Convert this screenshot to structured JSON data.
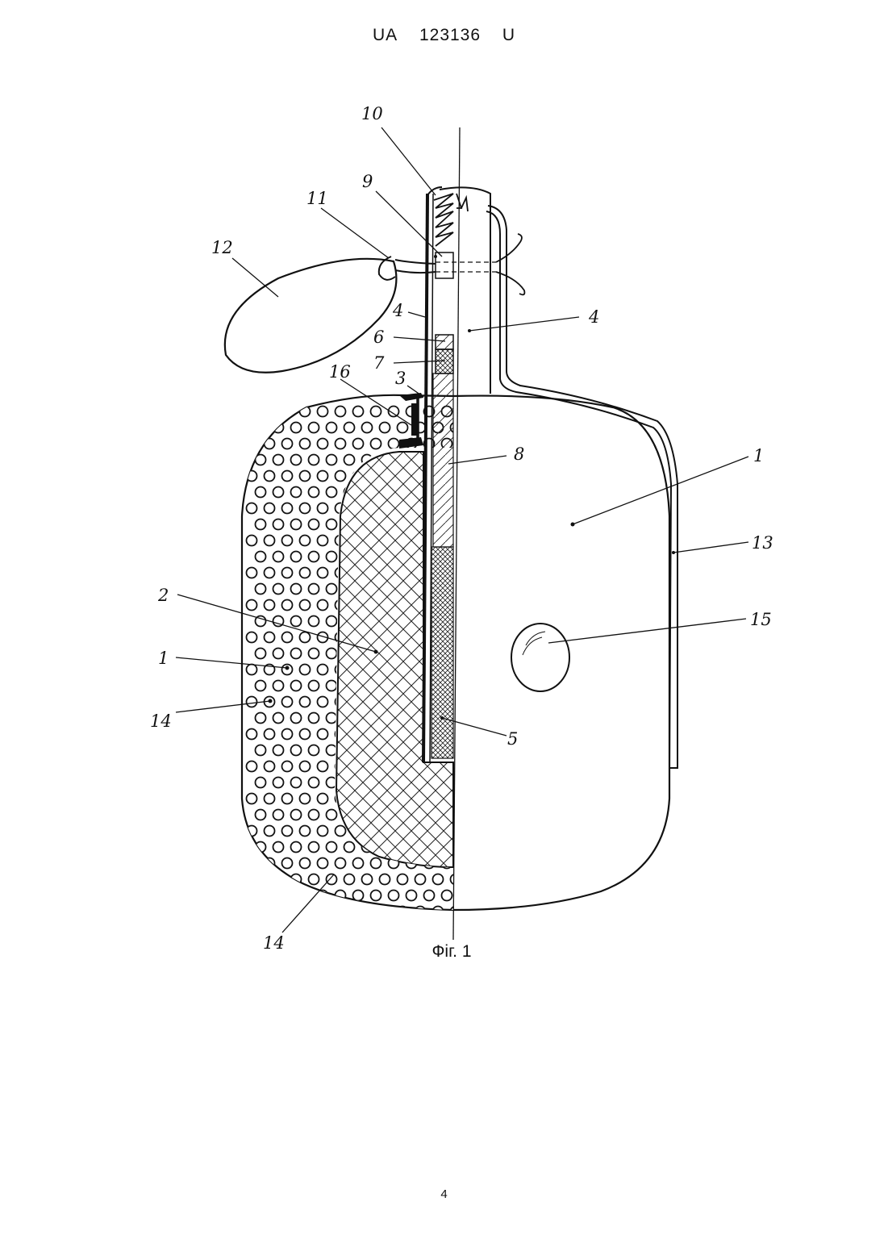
{
  "header": {
    "country": "UA",
    "number": "123136",
    "kind": "U"
  },
  "figure": {
    "caption": "Фіг. 1",
    "labels": {
      "l10": "10",
      "l9": "9",
      "l11": "11",
      "l12": "12",
      "l4a": "4",
      "l4b": "4",
      "l6": "6",
      "l7": "7",
      "l16": "16",
      "l3": "3",
      "l8": "8",
      "l1a": "1",
      "l13": "13",
      "l2": "2",
      "l15": "15",
      "l1b": "1",
      "l14a": "14",
      "l5": "5",
      "l14b": "14"
    }
  },
  "page_number": "4"
}
